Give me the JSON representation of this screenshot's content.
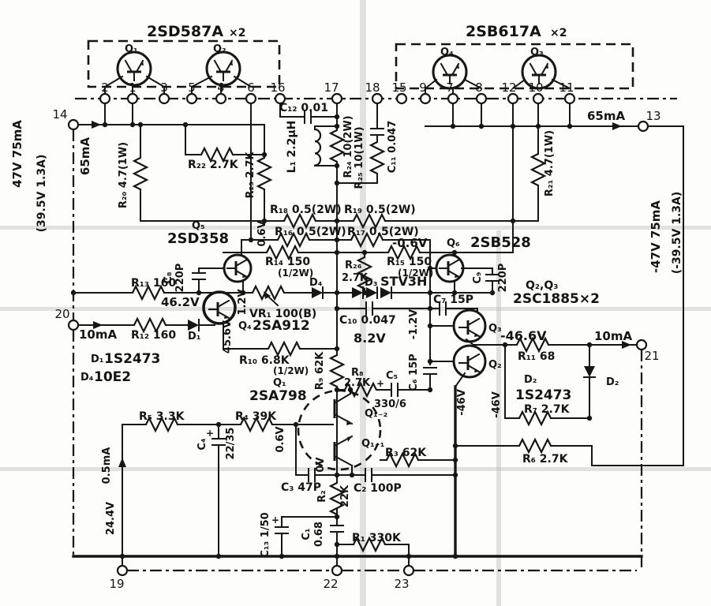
{
  "boxes": {
    "left_title": "2SD587A",
    "left_mult": "×2",
    "left_q_a": "Q₁",
    "left_q_b": "Q₂",
    "right_title": "2SB617A",
    "right_mult": "×2",
    "right_q_a": "Q₄",
    "right_q_b": "Q₃"
  },
  "terminals": {
    "t2": "2",
    "t1": "1",
    "t3": "3",
    "t5": "5",
    "t4": "4",
    "t6": "6",
    "t16": "16",
    "t17": "17",
    "t18": "18",
    "t15": "15",
    "t9": "9",
    "t7": "7",
    "t8": "8",
    "t12": "12",
    "t10": "10",
    "t11": "11",
    "t14": "14",
    "t13": "13",
    "t20": "20",
    "t21": "21",
    "t19": "19",
    "t22": "22",
    "t23": "23"
  },
  "power": {
    "left_voltage": "47V 75mA",
    "left_voltage_alt": "(39.5V 1.3A)",
    "left_current": "65mA",
    "right_voltage": "-47V 75mA",
    "right_voltage_alt": "(-39.5V 1.3A)",
    "right_current": "65mA"
  },
  "parts": {
    "c12": "C₁₂ 0.01",
    "l1": "L₁ 2.2μH",
    "r24": "R₂₄ 10(2W)",
    "r25": "R₂₅ 10(1W)",
    "c11": "C₁₁ 0.047",
    "r23": "R₂₃ 2.7K",
    "r22": "R₂₂ 2.7K",
    "r20": "R₂₀ 4.7(1W)",
    "r21": "R₂₁ 4.7(1W)",
    "r18": "R₁₈ 0.5(2W)",
    "r19": "R₁₉ 0.5(2W)",
    "r16": "R₁₆ 0.5(2W)",
    "r17": "R₁₇ 0.5(2W)",
    "r14": "R₁₄ 150",
    "r14_w": "(1/2W)",
    "r26_ref": "R₂₆",
    "r26_val": "2.7K",
    "r15": "R₁₅ 150",
    "r15_w": "(1/2W)",
    "c8_ref": "C₈",
    "c8_val": "220P",
    "c9_ref": "C₉",
    "c9_val": "220P",
    "r13": "R₁₃ 160",
    "vr1": "VR₁ 100(B)",
    "d4_ref": "D₄",
    "d3_ref": "D₃",
    "d3_type": "STV3H",
    "c7": "C₇ 15P",
    "c10": "C₁₀ 0.047",
    "r12": "R₁₂ 160",
    "d1_ref": "D₁",
    "r10": "R₁₀ 6.8K",
    "r10_w": "(1/2W)",
    "r9": "R₉ 62K",
    "r8_ref": "R₈",
    "r8_val": "2.7K",
    "c5_ref": "C₅",
    "c5_val": "330/6",
    "c5_plus": "+",
    "r4": "R₄ 39K",
    "r5": "R₅ 3.3K",
    "r3": "R₃ 62K",
    "c3": "C₃ 47P",
    "c2": "C₂ 100P",
    "r2_ref": "R₂",
    "r2_val": "22K",
    "c4_ref": "C₄",
    "c4_val": "22/35",
    "c4_plus": "+",
    "c13_ref": "C₁₃ 1/50",
    "c13_plus": "+",
    "c1_ref": "C₁",
    "c1_val": "0.68",
    "r1": "R₁ 330K",
    "r11": "R₁₁ 68",
    "d2_ref": "D₂",
    "r7": "R₇ 2.7K",
    "r6": "R₆ 2.7K",
    "c6": "C₆ 15P"
  },
  "devices": {
    "q5_ref": "Q₅",
    "q5_type": "2SD358",
    "q6_ref": "Q₆",
    "q6_type": "2SB528",
    "q4_ref": "Q₄",
    "q4_type": "2SA912",
    "q23_ref": "Q₂,Q₃",
    "q23_type": "2SC1885×2",
    "q1_ref": "Q₁",
    "q1_type": "2SA798",
    "q1_2": "Q₁₋₂",
    "q1_1": "Q₁₋₁",
    "q3_ref": "Q₃",
    "q2_ref": "Q₂",
    "d1_name": "D₁",
    "d1_type": "1S2473",
    "d4_name": "D₄",
    "d4_type": "10E2",
    "d2_name": "D₂",
    "d2_type": "1S2473"
  },
  "voltages": {
    "v06_top": "0.6V",
    "vm06": "-0.6V",
    "v462": "46.2V",
    "v12": "1.2V",
    "vm12": "-1.2V",
    "v456": "45.6V",
    "v82": "8.2V",
    "v06_q1": "0.6V",
    "v0": "0V",
    "v244": "24.4V",
    "vm466": "-46.6V",
    "vm46_a": "-46V",
    "vm46_b": "-46V"
  },
  "currents": {
    "i10_left": "10mA",
    "i10_right": "10mA",
    "i05": "0.5mA"
  }
}
